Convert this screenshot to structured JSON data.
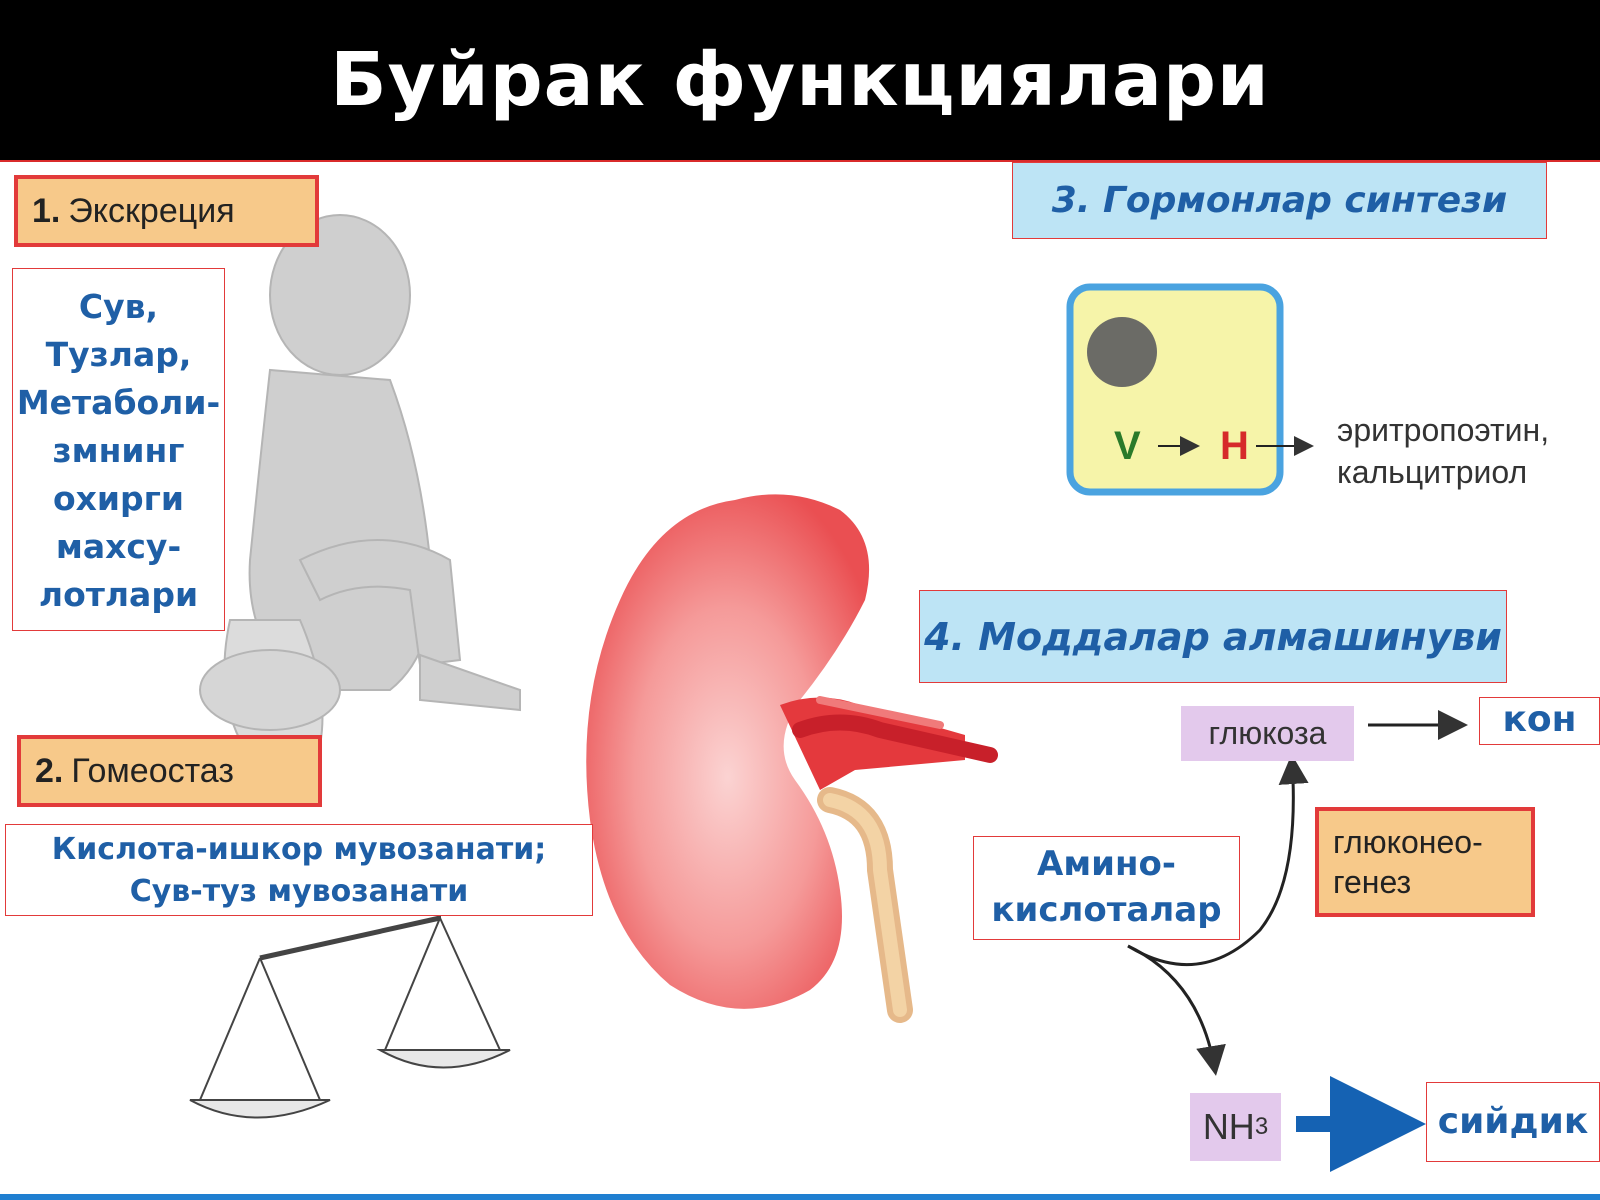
{
  "title": "Буйрак функциялари",
  "section1": {
    "num": "1.",
    "label": "Экскреция",
    "items": [
      "Сув,",
      "Тузлар,",
      "Метаболи-",
      "змнинг",
      "охирги",
      "махсу-",
      "лотлари"
    ]
  },
  "section2": {
    "num": "2.",
    "label": "Гомеостаз",
    "lines": [
      "Кислота-ишкор мувозанати;",
      "Сув-туз мувозанати"
    ]
  },
  "section3": {
    "label": "3. Гормонлар синтези",
    "cell_v": "V",
    "cell_h": "H",
    "products": [
      "эритропоэтин,",
      "кальцитриол"
    ]
  },
  "section4": {
    "label": "4. Моддалар алмашинуви",
    "glucose": "глюкоза",
    "blood": "кон",
    "gluconeo": [
      "глюконео-",
      "генез"
    ],
    "amino": [
      "Амино-",
      "кислоталар"
    ],
    "nh3_base": "NH",
    "nh3_sub": "3",
    "urine": "сийдик"
  },
  "colors": {
    "accent_red": "#e23a3a",
    "text_blue": "#1f5fa6",
    "box_blue": "#bde4f5",
    "kidney": "#f06565",
    "tag_orange": "#f7c98a"
  }
}
